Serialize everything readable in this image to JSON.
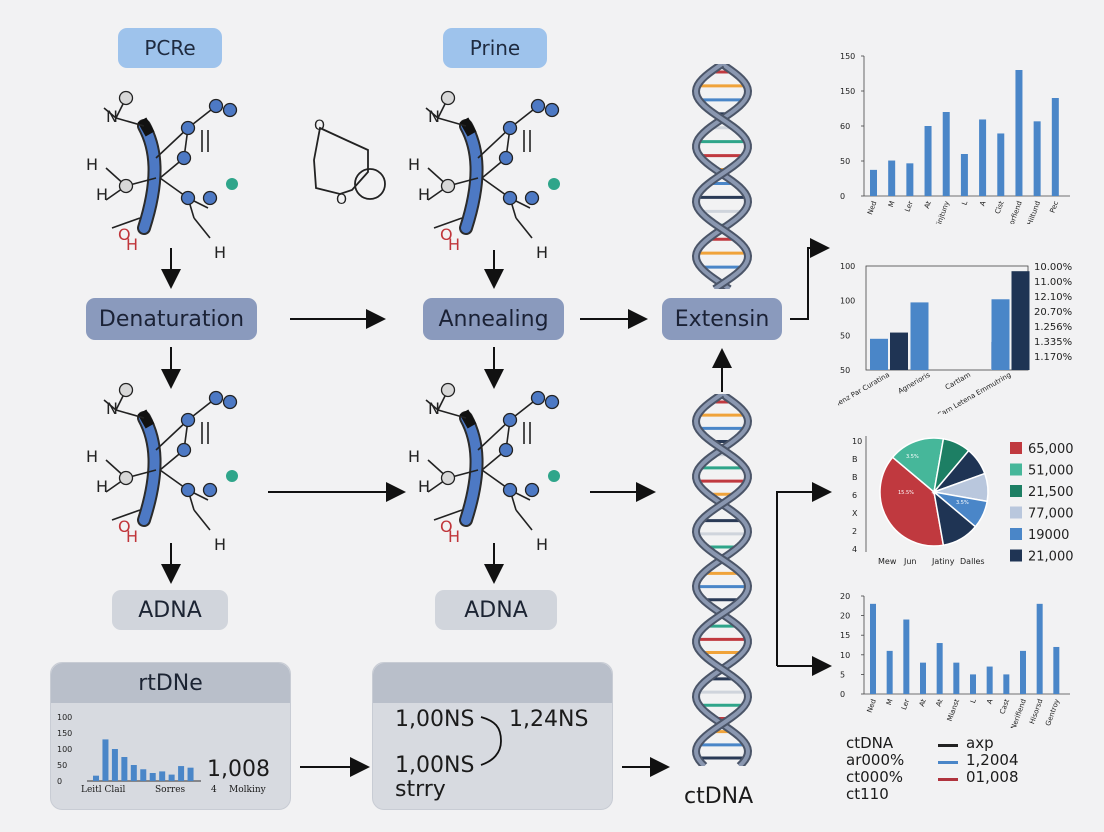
{
  "labels": {
    "pcre": "PCRe",
    "prine": "Prine",
    "denaturation": "Denaturation",
    "annealing": "Annealing",
    "extension": "Extensin",
    "adna_left": "ADNA",
    "adna_mid": "ADNA",
    "ctdna": "ctDNA"
  },
  "molecule_atoms": {
    "n": "N",
    "h_top": "H",
    "h_mid": "H",
    "h_bottom": "H",
    "o": "O",
    "h_oh": "H"
  },
  "rtdna_panel": {
    "title": "rtDNe",
    "value": "1,008",
    "footer_left": "Leitl Clail",
    "footer_mid": "Sorres",
    "footer_4": "4",
    "footer_right": "Molkiny",
    "y_ticks": [
      "100",
      "150",
      "100",
      "50",
      "0"
    ]
  },
  "ns_panel": {
    "line1a": "1,00NS",
    "line1b": "1,24NS",
    "line2": "1,00NS",
    "line3": "strry"
  },
  "legend_bottom": {
    "rows": [
      {
        "left": "ctDNA",
        "right": "axp",
        "color": "#222222"
      },
      {
        "left": "ar000%",
        "right": "1,2004",
        "color": "#4a86c8"
      },
      {
        "left": "ct000%",
        "right": "01,008",
        "color": "#b0333d"
      },
      {
        "left": "ct110",
        "right": "",
        "color": ""
      }
    ]
  },
  "colors": {
    "bar_blue": "#4a86c8",
    "bar_navy": "#1f3454",
    "bar_light": "#b9c7dd",
    "red": "#c0393f",
    "teal": "#2fa58a",
    "green": "#1d7f64",
    "atom_blue": "#4d79c4",
    "oh_red": "#c0353a"
  },
  "chart_data": [
    {
      "type": "bar",
      "y_ticks": [
        "150",
        "150",
        "60",
        "50",
        "0"
      ],
      "categories": [
        "Ned",
        "M",
        "Ler",
        "At",
        "Kinjtuny",
        "L",
        "A",
        "Cist",
        "Norfiend",
        "Hiltund",
        "Pec"
      ],
      "values": [
        28,
        38,
        35,
        75,
        90,
        45,
        82,
        67,
        135,
        80,
        105
      ],
      "ylim": [
        0,
        150
      ]
    },
    {
      "type": "bar",
      "y_ticks": [
        "100",
        "100",
        "50",
        "50"
      ],
      "right_ticks": [
        "10.00%",
        "11.00%",
        "12.10%",
        "20.70%",
        "1.256%",
        "1.335%",
        "1.170%"
      ],
      "categories": [
        "Penilenz Par Curatina",
        "Agnerioris",
        "Cartlam",
        "Carn Letena Emmutring"
      ],
      "series": [
        {
          "color": "#4a86c8",
          "values": [
            30,
            65,
            null,
            68
          ]
        },
        {
          "color": "#1f3454",
          "values": [
            36,
            null,
            null,
            95
          ]
        },
        {
          "color": "#b9c7dd",
          "values": [
            null,
            null,
            27,
            null
          ]
        }
      ],
      "ylim": [
        0,
        100
      ]
    },
    {
      "type": "pie",
      "y_ticks": [
        "10",
        "B",
        "B",
        "6",
        "X",
        "2",
        "4"
      ],
      "xlabels": [
        "Mew",
        "Jun",
        "Jatiny",
        "Dalles"
      ],
      "slice_labels": [
        "3.5%",
        "15.5%",
        "3.5%"
      ],
      "legend": [
        {
          "label": "65,000",
          "color": "#c0393f"
        },
        {
          "label": "51,000",
          "color": "#46b79a"
        },
        {
          "label": "21,500",
          "color": "#1d7f64"
        },
        {
          "label": "77,000",
          "color": "#b9c7dd"
        },
        {
          "label": "19000",
          "color": "#4a86c8"
        },
        {
          "label": "21,000",
          "color": "#1f3454"
        }
      ],
      "values": [
        65000,
        51000,
        21500,
        77000,
        19000,
        21000
      ]
    },
    {
      "type": "bar",
      "y_ticks": [
        "20",
        "20",
        "15",
        "10",
        "5",
        "0"
      ],
      "categories": [
        "Ned",
        "M",
        "Ler",
        "At",
        "At",
        "Mianst",
        "L",
        "A",
        "Cast",
        "Nerifiend",
        "Hisorsd",
        "Gentroy"
      ],
      "values": [
        23,
        11,
        19,
        8,
        13,
        8,
        5,
        7,
        5,
        11,
        23,
        12
      ],
      "ylim": [
        0,
        25
      ]
    },
    {
      "type": "bar",
      "y_ticks": [
        "100",
        "150",
        "100",
        "50",
        "0"
      ],
      "values": [
        10,
        78,
        60,
        45,
        30,
        22,
        15,
        18,
        12,
        28,
        25
      ],
      "ylim": [
        0,
        120
      ]
    }
  ]
}
